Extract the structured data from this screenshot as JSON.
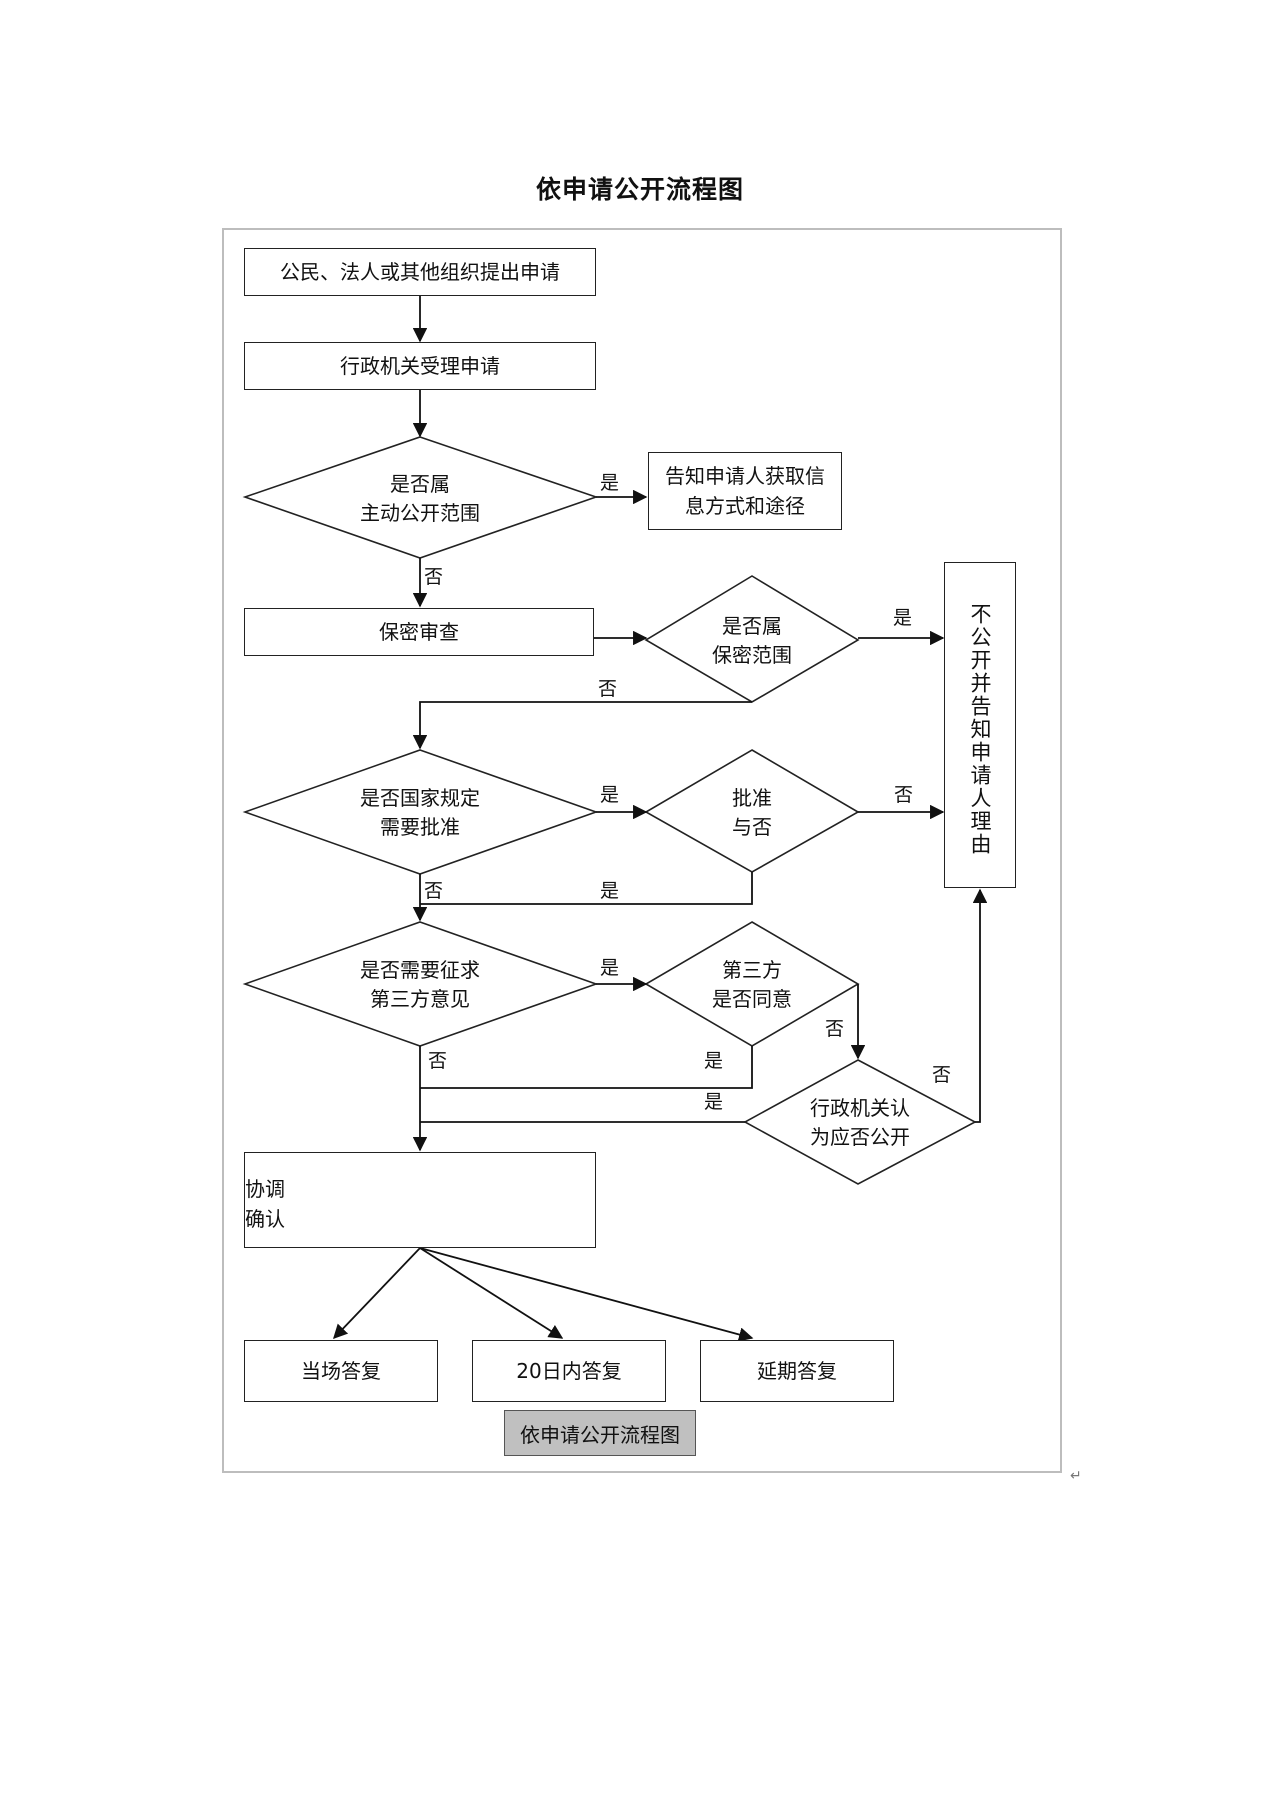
{
  "title": "依申请公开流程图",
  "caption": "依申请公开流程图",
  "nodes": {
    "apply": "公民、法人或其他组织提出申请",
    "accept": "行政机关受理申请",
    "d_active": [
      "是否属",
      "主动公开范围"
    ],
    "notify_channel": [
      "告知申请人获取信",
      "息方式和途径"
    ],
    "secrecy_review": "保密审查",
    "d_secrecy": [
      "是否属",
      "保密范围"
    ],
    "not_public": "不公开并告知申请人理由",
    "d_approval_needed": [
      "是否国家规定",
      "需要批准"
    ],
    "d_approve": [
      "批准",
      "与否"
    ],
    "d_third_party_needed": [
      "是否需要征求",
      "第三方意见"
    ],
    "d_third_party_agree": [
      "第三方",
      "是否同意"
    ],
    "d_agency_decides": [
      "行政机关认",
      "为应否公开"
    ],
    "coordinate": [
      "协调",
      "确认"
    ],
    "reply_onsite": "当场答复",
    "reply_20days": "20日内答复",
    "reply_extended": "延期答复"
  },
  "edge_labels": {
    "yes": "是",
    "no": "否"
  }
}
